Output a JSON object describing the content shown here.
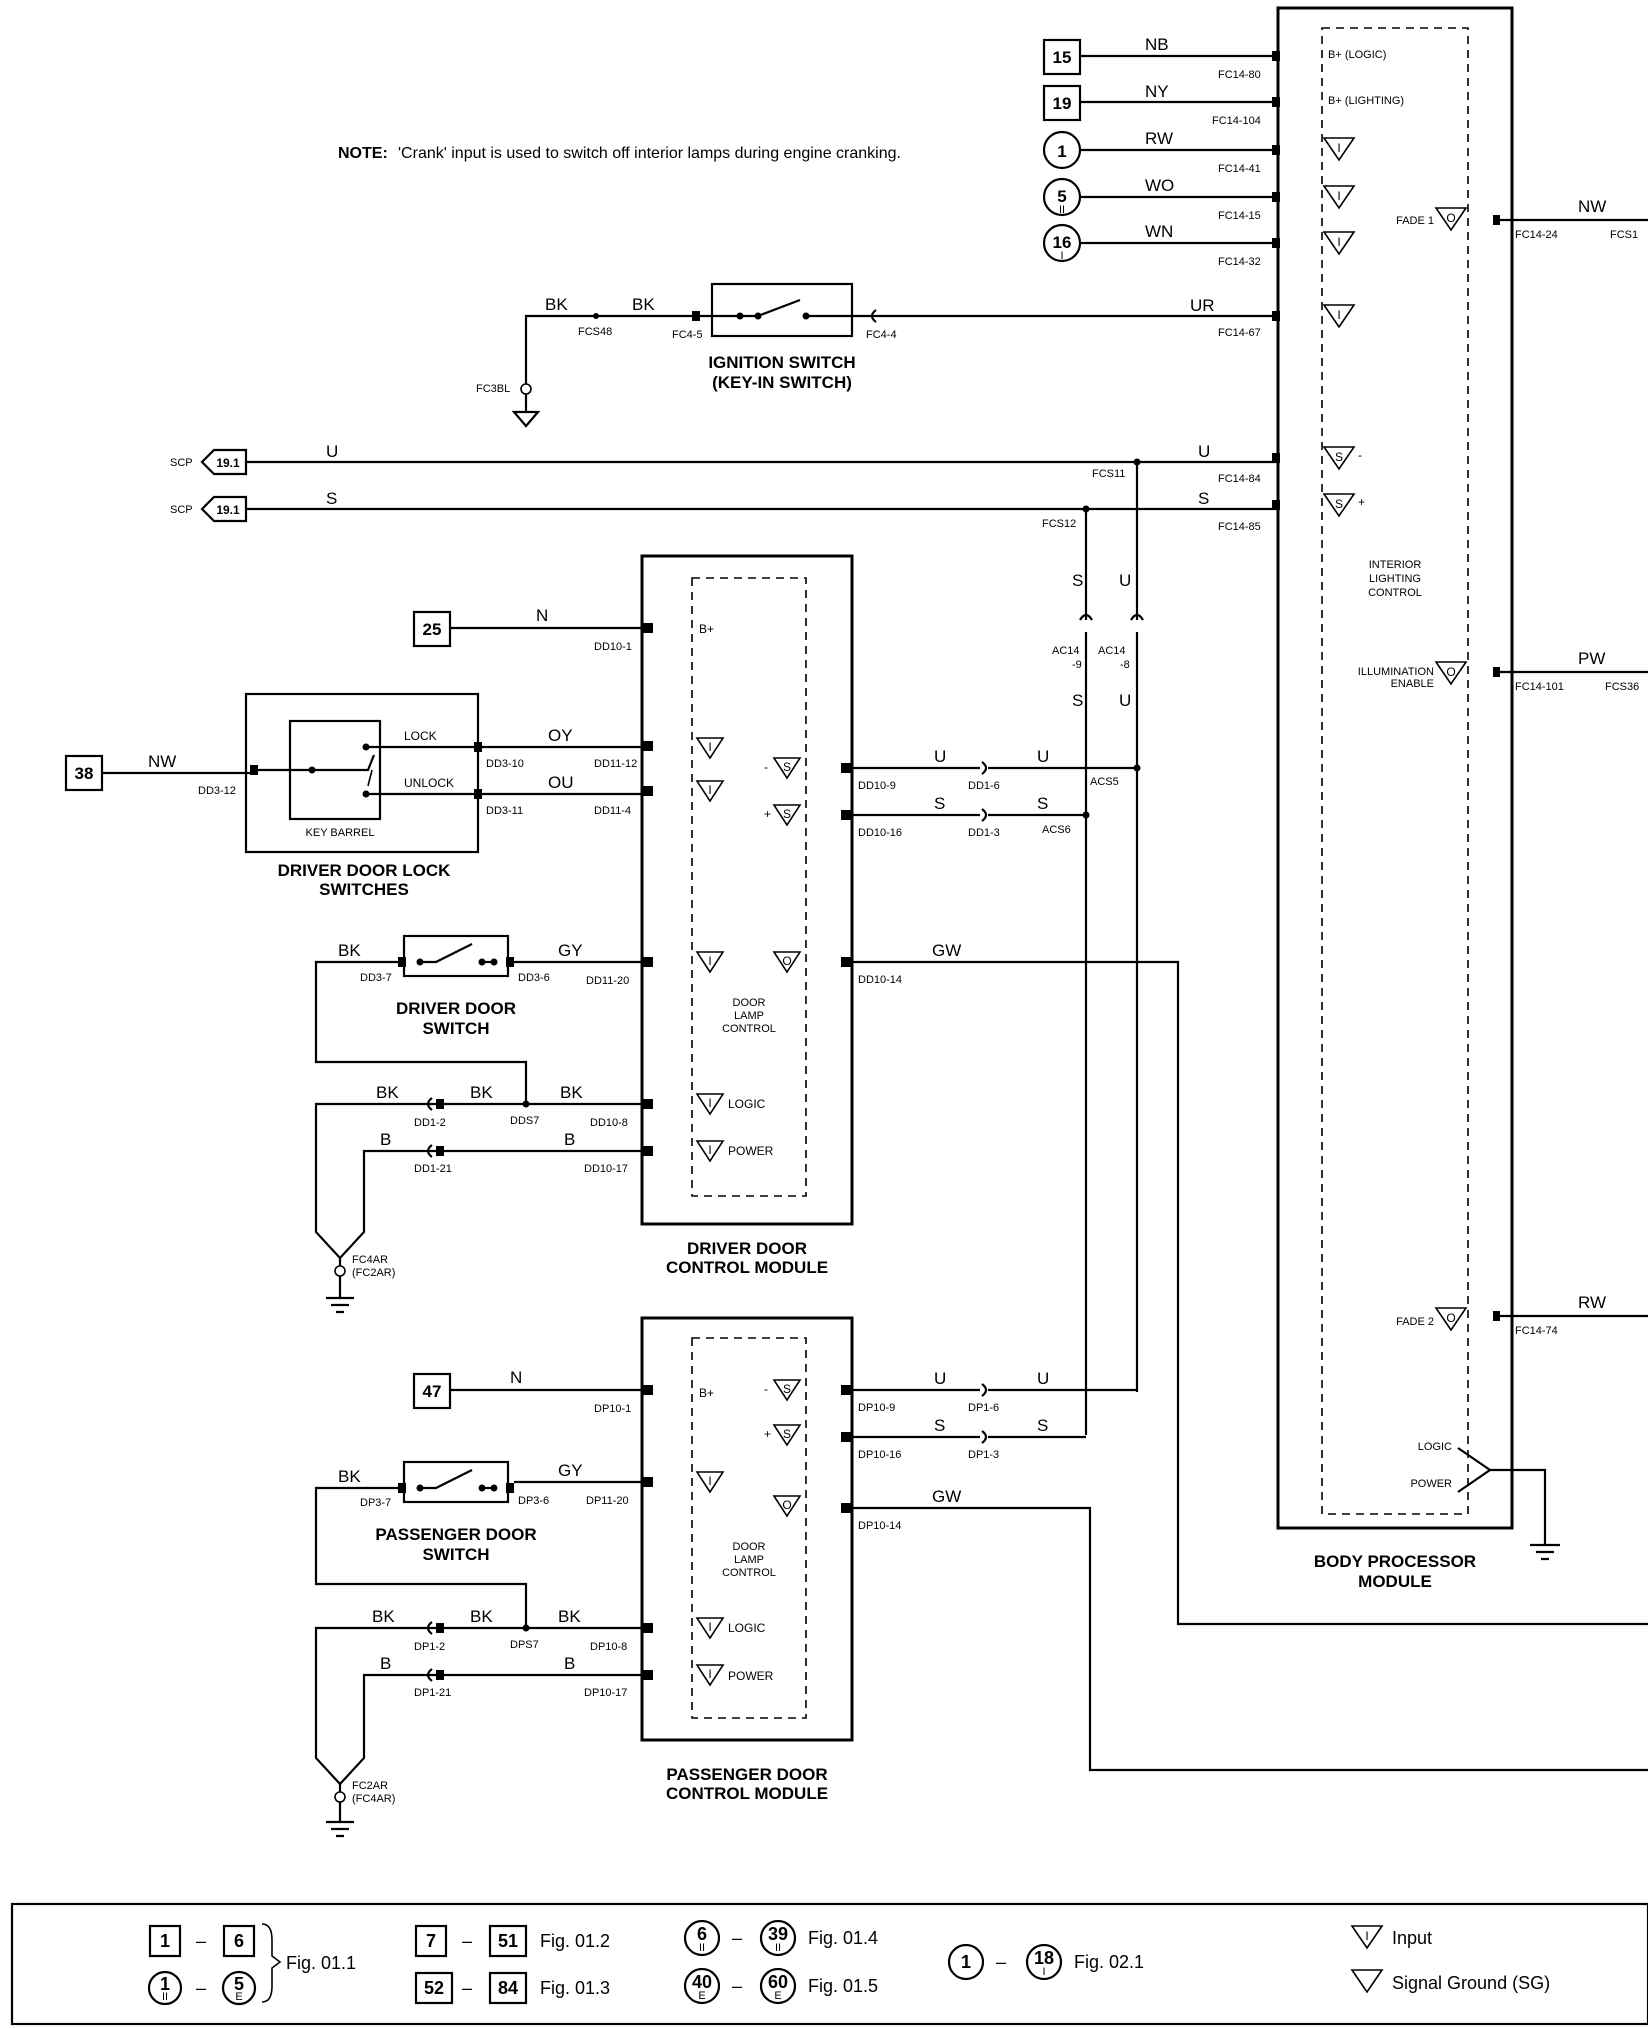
{
  "note": {
    "prefix": "NOTE:",
    "text": "'Crank' input is used to switch off interior lamps during engine cranking."
  },
  "refs": {
    "r15": "15",
    "r19": "19",
    "r1": "1",
    "r5": "5",
    "r5s": "II",
    "r16": "16",
    "r16s": "I",
    "r25": "25",
    "r38": "38",
    "r47": "47",
    "scp": "SCP",
    "scp_ref": "19.1"
  },
  "wires": {
    "NB": "NB",
    "NY": "NY",
    "RW": "RW",
    "WO": "WO",
    "WN": "WN",
    "BK": "BK",
    "UR": "UR",
    "U": "U",
    "S": "S",
    "N": "N",
    "NW": "NW",
    "OY": "OY",
    "OU": "OU",
    "GY": "GY",
    "GW": "GW",
    "B": "B",
    "PW": "PW",
    "RW2": "RW"
  },
  "pins": {
    "fc14_80": "FC14-80",
    "fc14_104": "FC14-104",
    "fc14_41": "FC14-41",
    "fc14_15": "FC14-15",
    "fc14_32": "FC14-32",
    "fc14_67": "FC14-67",
    "fc14_84": "FC14-84",
    "fc14_85": "FC14-85",
    "fc14_24": "FC14-24",
    "fc14_101": "FC14-101",
    "fc14_74": "FC14-74",
    "fcs1": "FCS1",
    "fcs36": "FCS36",
    "fcs48": "FCS48",
    "fc4_5": "FC4-5",
    "fc4_4": "FC4-4",
    "fc3bl": "FC3BL",
    "fcs11": "FCS11",
    "fcs12": "FCS12",
    "ac14_9a": "AC14",
    "ac14_9b": "-9",
    "ac14_8a": "AC14",
    "ac14_8b": "-8",
    "acs5": "ACS5",
    "acs6": "ACS6",
    "dd10_1": "DD10-1",
    "dd3_12": "DD3-12",
    "dd3_10": "DD3-10",
    "dd3_11": "DD3-11",
    "dd11_12": "DD11-12",
    "dd11_4": "DD11-4",
    "dd10_9": "DD10-9",
    "dd10_16": "DD10-16",
    "dd1_6": "DD1-6",
    "dd1_3": "DD1-3",
    "dd3_7": "DD3-7",
    "dd3_6": "DD3-6",
    "dd11_20": "DD11-20",
    "dd10_14": "DD10-14",
    "dd1_2": "DD1-2",
    "dds7": "DDS7",
    "dd10_8": "DD10-8",
    "dd1_21": "DD1-21",
    "dd10_17": "DD10-17",
    "fc4ar": "FC4AR",
    "fc4ar_alt": "(FC2AR)",
    "dp10_1": "DP10-1",
    "dp10_9": "DP10-9",
    "dp10_16": "DP10-16",
    "dp1_6": "DP1-6",
    "dp1_3": "DP1-3",
    "dp3_7": "DP3-7",
    "dp3_6": "DP3-6",
    "dp11_20": "DP11-20",
    "dp10_14": "DP10-14",
    "dp1_2": "DP1-2",
    "dps7": "DPS7",
    "dp10_8": "DP10-8",
    "dp1_21": "DP1-21",
    "dp10_17": "DP10-17",
    "fc2ar": "FC2AR",
    "fc2ar_alt": "(FC4AR)"
  },
  "bpm": {
    "title1": "BODY PROCESSOR",
    "title2": "MODULE",
    "b_logic": "B+ (LOGIC)",
    "b_lighting": "B+ (LIGHTING)",
    "ilc1": "INTERIOR",
    "ilc2": "LIGHTING",
    "ilc3": "CONTROL",
    "fade1": "FADE 1",
    "fade2": "FADE 2",
    "illum1": "ILLUMINATION",
    "illum2": "ENABLE",
    "logic": "LOGIC",
    "power": "POWER"
  },
  "ign": {
    "title1": "IGNITION SWITCH",
    "title2": "(KEY-IN SWITCH)"
  },
  "lockswitch": {
    "title1": "DRIVER DOOR LOCK",
    "title2": "SWITCHES",
    "lock": "LOCK",
    "unlock": "UNLOCK",
    "barrel": "KEY BARREL"
  },
  "ddswitch": {
    "title1": "DRIVER DOOR",
    "title2": "SWITCH"
  },
  "pdswitch": {
    "title1": "PASSENGER DOOR",
    "title2": "SWITCH"
  },
  "ddcm": {
    "title1": "DRIVER DOOR",
    "title2": "CONTROL MODULE",
    "bplus": "B+",
    "dlc1": "DOOR",
    "dlc2": "LAMP",
    "dlc3": "CONTROL",
    "logic": "LOGIC",
    "power": "POWER"
  },
  "pdcm": {
    "title1": "PASSENGER DOOR",
    "title2": "CONTROL MODULE",
    "bplus": "B+",
    "dlc1": "DOOR",
    "dlc2": "LAMP",
    "dlc3": "CONTROL",
    "logic": "LOGIC",
    "power": "POWER"
  },
  "symbols": {
    "I": "I",
    "S": "S",
    "O": "O",
    "plus": "+",
    "minus": "-"
  },
  "legend": {
    "a1": "1",
    "a2": "6",
    "fig011": "Fig. 01.1",
    "b1": "1",
    "b1s": "II",
    "b2": "5",
    "b2s": "E",
    "c1": "7",
    "c2": "51",
    "fig012": "Fig. 01.2",
    "d1": "52",
    "d2": "84",
    "fig013": "Fig. 01.3",
    "e1": "6",
    "e1s": "II",
    "e2": "39",
    "e2s": "II",
    "fig014": "Fig. 01.4",
    "f1": "40",
    "f1s": "E",
    "f2": "60",
    "f2s": "E",
    "fig015": "Fig. 01.5",
    "g1": "1",
    "g2": "18",
    "g2s": "I",
    "fig021": "Fig. 02.1",
    "dash": "–",
    "input": "Input",
    "sg": "Signal Ground (SG)"
  }
}
